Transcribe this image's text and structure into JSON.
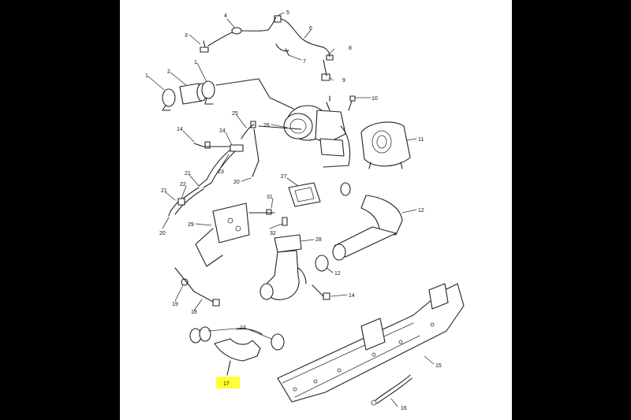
{
  "colors": {
    "background": "#000000",
    "sheet": "#ffffff",
    "linework": "#222222",
    "highlight": "#ffff33"
  },
  "callouts": {
    "c1a": "1",
    "c2": "2",
    "c1b": "1",
    "c3": "3",
    "c4": "4",
    "c5": "5",
    "c6": "6",
    "c7": "7",
    "c8": "8",
    "c9": "9",
    "c10": "10",
    "c14a": "14",
    "c24": "24",
    "c25": "25",
    "c26": "26",
    "c11": "11",
    "c23": "23",
    "c21a": "21",
    "c20a": "20",
    "c27": "27",
    "c21b": "21",
    "c22": "22",
    "c31": "31",
    "c12a": "12",
    "c20b": "20",
    "c29": "29",
    "c32": "32",
    "c28": "28",
    "c12b": "12",
    "c19": "19",
    "c18": "18",
    "c14b": "14",
    "c12c": "12",
    "c17": "17",
    "c15": "15",
    "c16": "16"
  },
  "highlighted_callout": "17"
}
